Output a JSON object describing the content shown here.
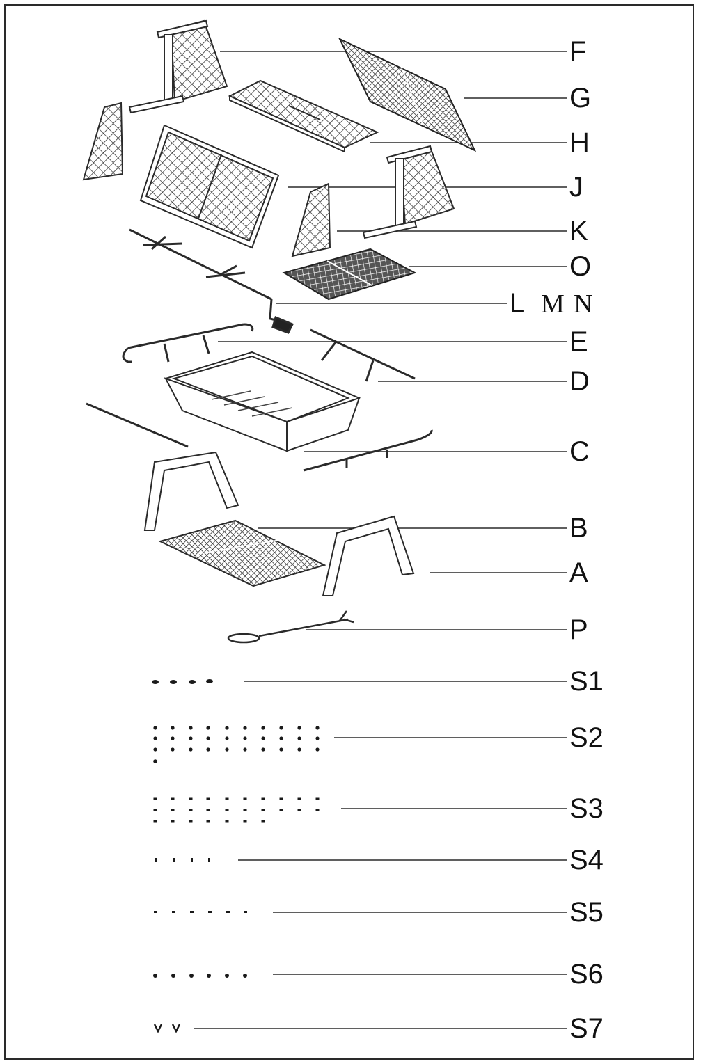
{
  "labels": {
    "F": "F",
    "G": "G",
    "H": "H",
    "J": "J",
    "K": "K",
    "O": "O",
    "L": "L",
    "M": "M",
    "N": "N",
    "E": "E",
    "D": "D",
    "C": "C",
    "B": "B",
    "A": "A",
    "P": "P",
    "S1": "S1",
    "S2": "S2",
    "S3": "S3",
    "S4": "S4",
    "S5": "S5",
    "S6": "S6",
    "S7": "S7"
  },
  "colors": {
    "line": "#2a2a2a",
    "mesh": "#333333",
    "fill": "#ffffff"
  }
}
